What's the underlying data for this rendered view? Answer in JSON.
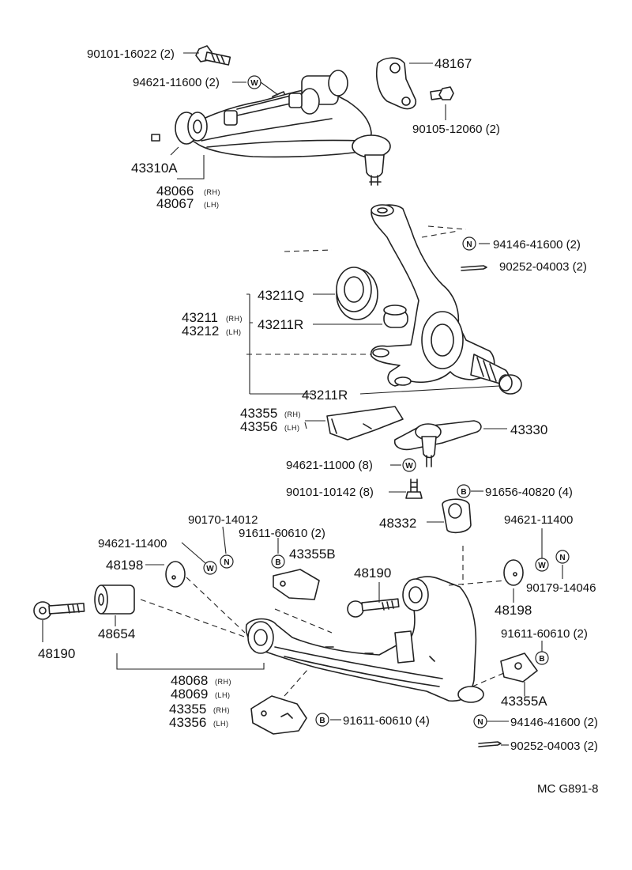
{
  "diagram": {
    "code": "MC G891-8",
    "symbols": {
      "washer": "W",
      "nut": "N",
      "bolt": "B"
    },
    "parts": [
      {
        "id": "p01",
        "number": "90101-16022",
        "qty": "(2)"
      },
      {
        "id": "p02",
        "number": "94621-11600",
        "qty": "(2)"
      },
      {
        "id": "p03",
        "number": "48167",
        "qty": ""
      },
      {
        "id": "p04",
        "number": "90105-12060",
        "qty": "(2)"
      },
      {
        "id": "p05",
        "number": "43310A",
        "qty": ""
      },
      {
        "id": "p06",
        "number": "48066",
        "qty": "",
        "side": "(RH)"
      },
      {
        "id": "p07",
        "number": "48067",
        "qty": "",
        "side": "(LH)"
      },
      {
        "id": "p08",
        "number": "94146-41600",
        "qty": "(2)"
      },
      {
        "id": "p09",
        "number": "90252-04003",
        "qty": "(2)"
      },
      {
        "id": "p10",
        "number": "43211Q",
        "qty": ""
      },
      {
        "id": "p11",
        "number": "43211",
        "qty": "",
        "side": "(RH)"
      },
      {
        "id": "p12",
        "number": "43212",
        "qty": "",
        "side": "(LH)"
      },
      {
        "id": "p13",
        "number": "43211R",
        "qty": ""
      },
      {
        "id": "p14",
        "number": "43211R",
        "qty": ""
      },
      {
        "id": "p15",
        "number": "43355",
        "qty": "",
        "side": "(RH)"
      },
      {
        "id": "p16",
        "number": "43356",
        "qty": "",
        "side": "(LH)"
      },
      {
        "id": "p17",
        "number": "43330",
        "qty": ""
      },
      {
        "id": "p18",
        "number": "94621-11000",
        "qty": "(8)"
      },
      {
        "id": "p19",
        "number": "90101-10142",
        "qty": "(8)"
      },
      {
        "id": "p20",
        "number": "91656-40820",
        "qty": "(4)"
      },
      {
        "id": "p21",
        "number": "48332",
        "qty": ""
      },
      {
        "id": "p22",
        "number": "90170-14012",
        "qty": ""
      },
      {
        "id": "p23",
        "number": "91611-60610",
        "qty": "(2)"
      },
      {
        "id": "p24",
        "number": "94621-11400",
        "qty": ""
      },
      {
        "id": "p25",
        "number": "43355B",
        "qty": ""
      },
      {
        "id": "p26",
        "number": "48198",
        "qty": ""
      },
      {
        "id": "p27",
        "number": "48190",
        "qty": ""
      },
      {
        "id": "p28",
        "number": "94621-11400",
        "qty": ""
      },
      {
        "id": "p29",
        "number": "90179-14046",
        "qty": ""
      },
      {
        "id": "p30",
        "number": "48198",
        "qty": ""
      },
      {
        "id": "p31",
        "number": "48190",
        "qty": ""
      },
      {
        "id": "p32",
        "number": "48654",
        "qty": ""
      },
      {
        "id": "p33",
        "number": "91611-60610",
        "qty": "(2)"
      },
      {
        "id": "p34",
        "number": "48068",
        "qty": "",
        "side": "(RH)"
      },
      {
        "id": "p35",
        "number": "48069",
        "qty": "",
        "side": "(LH)"
      },
      {
        "id": "p36",
        "number": "43355A",
        "qty": ""
      },
      {
        "id": "p37",
        "number": "43355",
        "qty": "",
        "side": "(RH)"
      },
      {
        "id": "p38",
        "number": "43356",
        "qty": "",
        "side": "(LH)"
      },
      {
        "id": "p39",
        "number": "91611-60610",
        "qty": "(4)"
      },
      {
        "id": "p40",
        "number": "94146-41600",
        "qty": "(2)"
      },
      {
        "id": "p41",
        "number": "90252-04003",
        "qty": "(2)"
      }
    ]
  }
}
